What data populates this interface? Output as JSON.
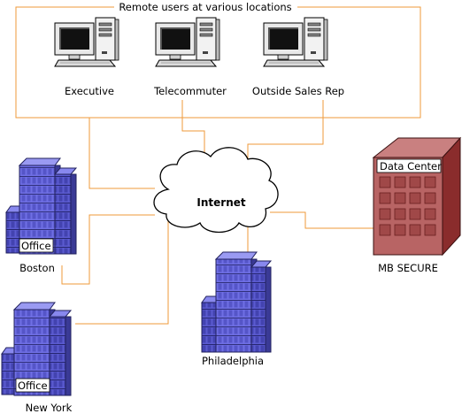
{
  "diagram": {
    "group_title": "Remote users at various locations",
    "cloud_label": "Internet",
    "remote_users": [
      {
        "label": "Executive"
      },
      {
        "label": "Telecommuter"
      },
      {
        "label": "Outside Sales Rep"
      }
    ],
    "sites": {
      "boston": {
        "label": "Boston",
        "sign": "Office"
      },
      "new_york": {
        "label": "New York",
        "sign": "Office"
      },
      "philadelphia": {
        "label": "Philadelphia"
      }
    },
    "data_center": {
      "sign": "Data Center",
      "label": "MB SECURE"
    },
    "colors": {
      "line": "#ef9a3a",
      "building": "#6e6ee0",
      "building_dark": "#3a3a96",
      "datacenter": "#b86060",
      "datacenter_dark": "#8a2c2c"
    }
  }
}
